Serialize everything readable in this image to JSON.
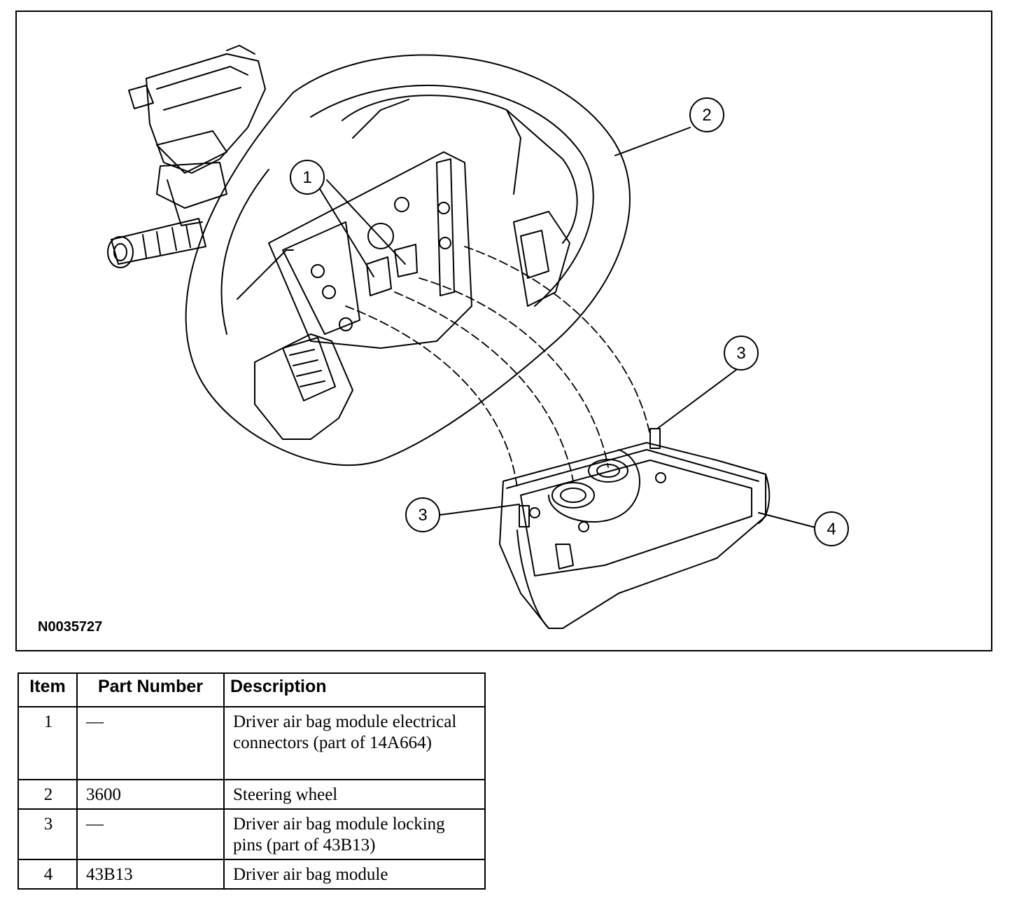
{
  "figure": {
    "id": "N0035727",
    "callouts": [
      "1",
      "2",
      "3",
      "3",
      "4"
    ]
  },
  "parts_table": {
    "headers": [
      "Item",
      "Part Number",
      "Description"
    ],
    "rows": [
      {
        "item": "1",
        "part_number": "—",
        "description": "Driver air bag module electrical connectors (part of 14A664)"
      },
      {
        "item": "2",
        "part_number": "3600",
        "description": "Steering wheel"
      },
      {
        "item": "3",
        "part_number": "—",
        "description": "Driver air bag module locking pins (part of 43B13)"
      },
      {
        "item": "4",
        "part_number": "43B13",
        "description": "Driver air bag module"
      }
    ]
  }
}
